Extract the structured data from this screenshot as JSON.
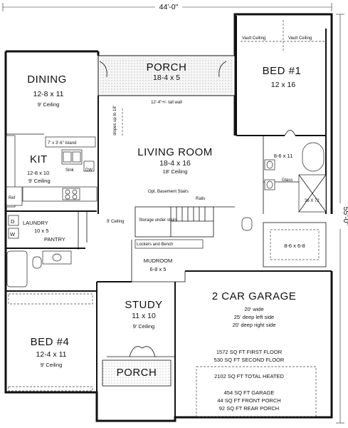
{
  "overall_width": "44'-0\"",
  "overall_depth": "55'-0\"",
  "rooms": {
    "porch_rear": {
      "name": "PORCH",
      "size": "18-4 x 5"
    },
    "tall_wall": "12'-4\"+/- tall wall",
    "dining": {
      "name": "DINING",
      "size": "12-8 x 11",
      "ceiling": "9' Ceiling"
    },
    "bed1": {
      "name": "BED #1",
      "size": "12 x 16"
    },
    "vault_left": "Vault Ceiling",
    "vault_right": "Vault Ceiling",
    "slopes": "slopes up to 18'",
    "island": "7' x 3'-6\" Island",
    "kit": {
      "name": "KIT",
      "size": "12-8 x 10",
      "ceiling": "9' Ceiling"
    },
    "sink": "Sink",
    "dw": "DW",
    "living": {
      "name": "LIVING ROOM",
      "size": "18-4 x 16",
      "ceiling": "18' Ceiling"
    },
    "bath_master": "8-6 x 11",
    "glass": "Glass",
    "shower": "36 X 72",
    "ref": "Ref",
    "basement": "Opt. Basement Stairs",
    "rails": "Rails",
    "laundry": {
      "name": "LAUNDRY",
      "size": "10 x 5"
    },
    "d": "D",
    "w": "W",
    "pantry": "PANTRY",
    "nine_ceiling_small": "9' Ceiling",
    "storage": "Storage under stairs",
    "closet": "8-6 x 6-8",
    "lockers": "Lockers and Bench",
    "mudroom": {
      "name": "MUDROOM",
      "size": "6-8 x 5"
    },
    "garage": {
      "name": "2 CAR GARAGE",
      "wide": "20' wide",
      "left": "25' deep left side",
      "right": "20' deep right side"
    },
    "study": {
      "name": "STUDY",
      "size": "11 x 10",
      "ceiling": "9' Ceiling"
    },
    "bed4": {
      "name": "BED #4",
      "size": "12-4 x 11",
      "ceiling": "9' Ceiling"
    },
    "porch_front": {
      "name": "PORCH"
    }
  },
  "sqft": {
    "first": "1572 SQ FT FIRST FLOOR",
    "second": "530 SQ FT SECOND FLOOR",
    "total": "2102 SQ FT TOTAL HEATED",
    "garage": "454 SQ FT GARAGE",
    "front_porch": "44 SQ FT FRONT PORCH",
    "rear_porch": "92 SQ FT REAR PORCH"
  }
}
